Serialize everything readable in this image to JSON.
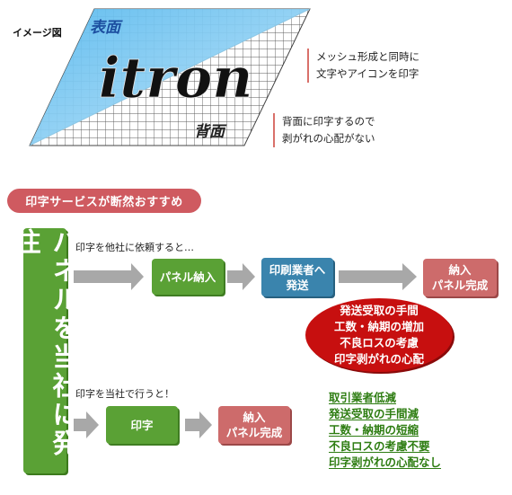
{
  "illustration": {
    "caption": "イメージ図",
    "front_label": "表面",
    "brand": "itron",
    "back_label": "背面",
    "note1": [
      "メッシュ形成と同時に",
      "文字やアイコンを印字"
    ],
    "note2": [
      "背面に印字するので",
      "剥がれの心配がない"
    ]
  },
  "section_title": "印字サービスが断然おすすめ",
  "main_box": "パネルを当社に発注",
  "other_company": {
    "caption": "印字を他社に依頼すると…",
    "steps": [
      "パネル納入",
      "印刷業者へ\n発送",
      "納入\nパネル完成"
    ],
    "problems": [
      "発送受取の手間",
      "工数・納期の増加",
      "不良ロスの考慮",
      "印字剥がれの心配"
    ]
  },
  "our_company": {
    "caption": "印字を当社で行うと！",
    "steps": [
      "印字",
      "納入\nパネル完成"
    ],
    "benefits": [
      "取引業者低減",
      "発送受取の手間減",
      "工数・納期の短縮",
      "不良ロスの考慮不要",
      "印字剥がれの心配なし"
    ]
  },
  "colors": {
    "green": "#5aa135",
    "blue": "#3a84ad",
    "pink": "#cd6b6b",
    "red_ellipse": "#c70f0f",
    "pill": "#cf5a60",
    "benefit_text": "#2e7d12"
  }
}
